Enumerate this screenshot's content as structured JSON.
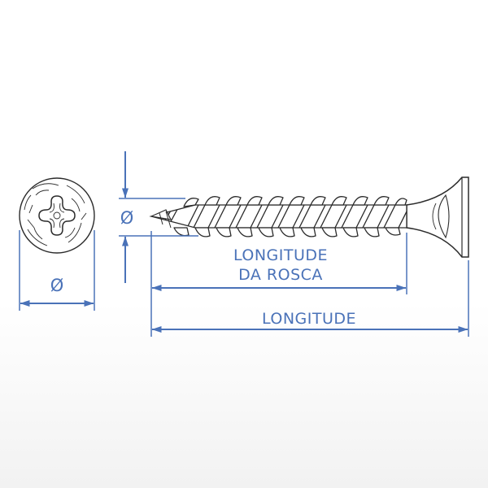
{
  "colors": {
    "dimension": "#4a72b8",
    "outline": "#2b2b2b",
    "background": "#ffffff"
  },
  "labels": {
    "head_diameter": "Ø",
    "shank_diameter": "Ø",
    "thread_length_line1": "LONGITUDE",
    "thread_length_line2": "DA ROSCA",
    "total_length": "LONGITUDE"
  },
  "icons": {
    "head_view": "phillips-screw-head-icon",
    "side_view": "drywall-screw-side-view"
  }
}
